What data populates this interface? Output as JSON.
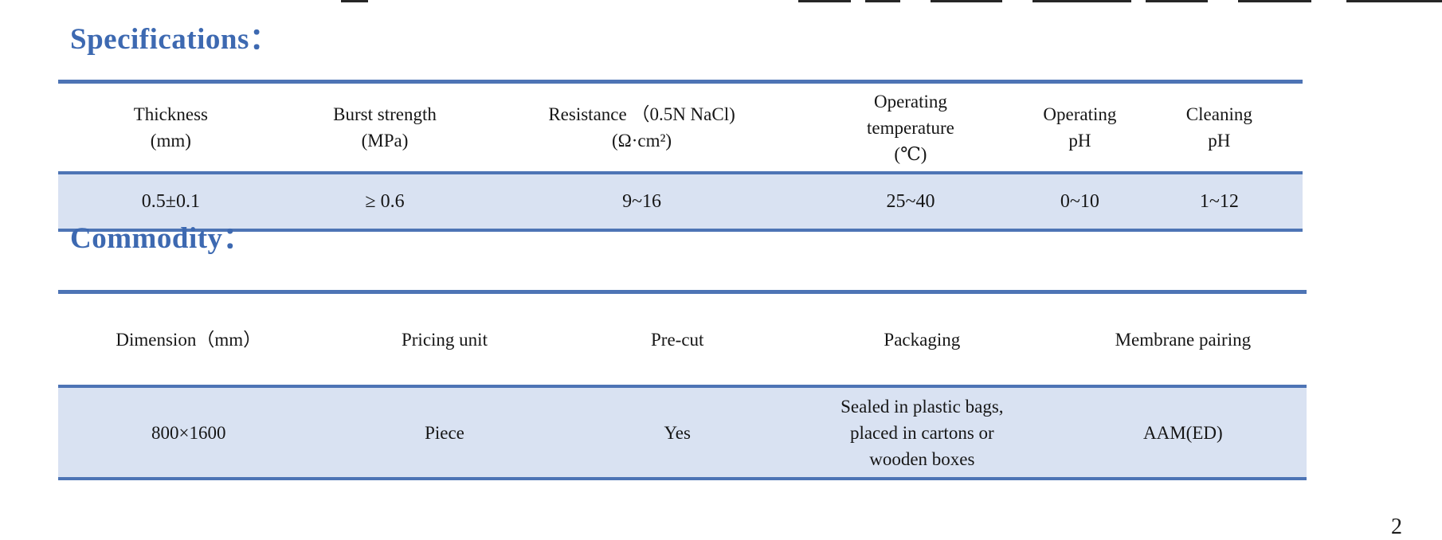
{
  "page": {
    "page_number": "2"
  },
  "colors": {
    "heading_blue": "#3d69b1",
    "rule_blue": "#4d74b5",
    "row_fill": "#d9e2f2",
    "text": "#161616"
  },
  "specifications": {
    "title": "Specifications：",
    "columns": [
      "Thickness\n(mm)",
      "Burst strength\n(MPa)",
      "Resistance （0.5N NaCl)\n(Ω·cm²)",
      "Operating\ntemperature\n(℃)",
      "Operating\npH",
      "Cleaning\npH"
    ],
    "row": [
      "0.5±0.1",
      "≥ 0.6",
      "9~16",
      "25~40",
      "0~10",
      "1~12"
    ]
  },
  "commodity": {
    "title": "Commodity：",
    "columns": [
      "Dimension（mm）",
      "Pricing unit",
      "Pre-cut",
      "Packaging",
      "Membrane pairing"
    ],
    "row": [
      "800×1600",
      "Piece",
      "Yes",
      "Sealed in plastic bags,\nplaced in cartons or\nwooden boxes",
      "AAM(ED)"
    ]
  }
}
